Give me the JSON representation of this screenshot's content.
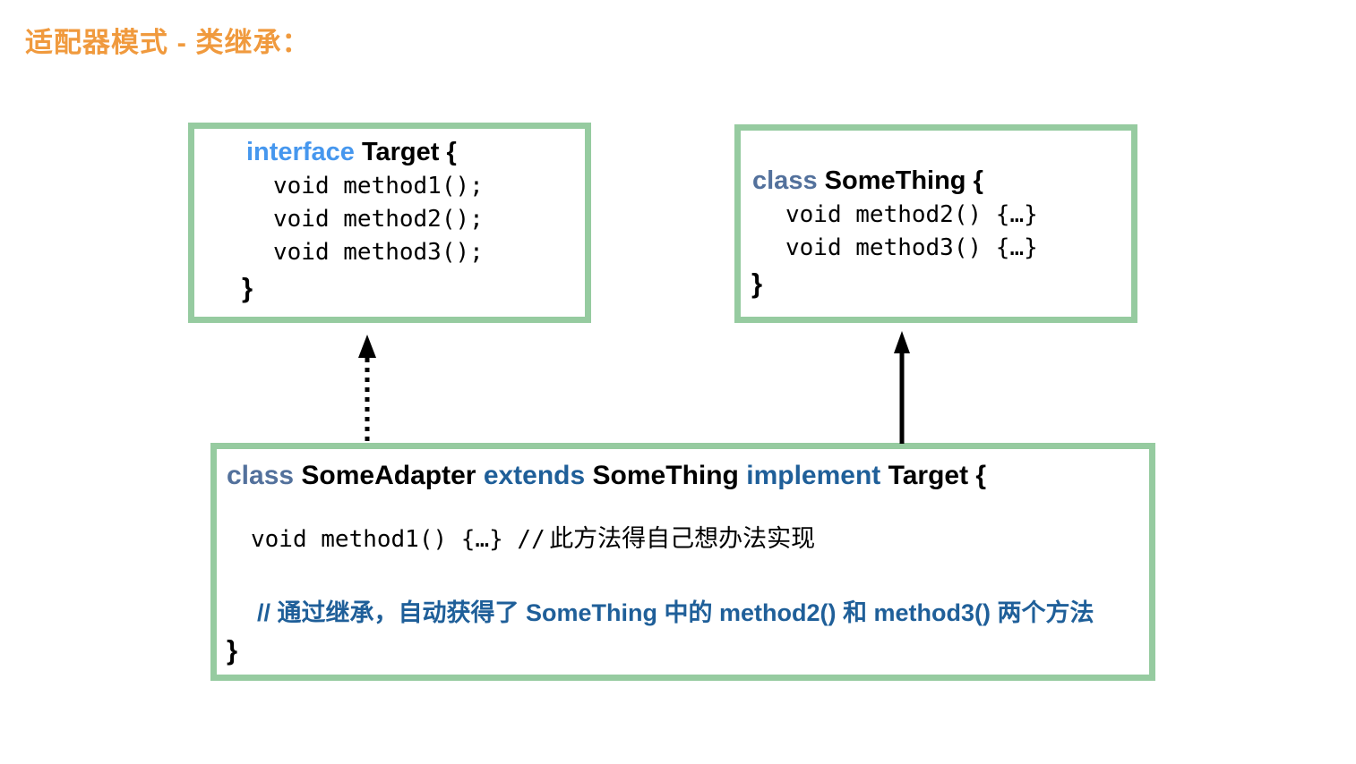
{
  "title": "适配器模式 - 类继承：",
  "colors": {
    "title_orange": "#F09A3E",
    "box_border_green": "#96CBA0",
    "interface_keyword_blue": "#4697EE",
    "class_keyword_slate_blue": "#53719C",
    "extends_implement_dark_blue": "#1F5F99",
    "inheritance_comment_dark_blue": "#1F5F99",
    "code_text_black": "#000000",
    "background": "#FFFFFF"
  },
  "boxes": {
    "target": {
      "keyword": "interface",
      "name": "Target {",
      "methods": [
        "void method1();",
        "void method2();",
        "void method3();"
      ],
      "closing_brace": "}"
    },
    "something": {
      "keyword": "class",
      "name": "SomeThing {",
      "methods": [
        "void method2() {…}",
        "void method3() {…}"
      ],
      "closing_brace": "}"
    },
    "adapter": {
      "kw_class": "class",
      "name_adapter": "SomeAdapter",
      "kw_extends": "extends",
      "name_parent": "SomeThing",
      "kw_implement": "implement",
      "name_interface": "Target {",
      "method1_code": "void method1() {…} //",
      "method1_comment": "此方法得自己想办法实现",
      "inheritance_comment": "// 通过继承，自动获得了 SomeThing 中的 method2() 和 method3() 两个方法",
      "closing_brace": "}"
    }
  },
  "arrows": {
    "implements_arrow_style": "dotted",
    "extends_arrow_style": "solid"
  }
}
